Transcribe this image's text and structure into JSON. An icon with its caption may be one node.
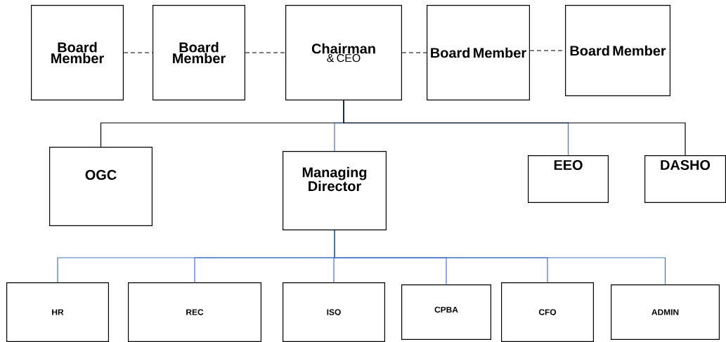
{
  "diagram": {
    "nodes": [
      {
        "text": [
          "Board Member"
        ]
      },
      {
        "text": [
          "Board Member"
        ]
      },
      {
        "text": [
          "Chairman",
          "& CEO"
        ]
      },
      {
        "text": [
          "Board Member"
        ]
      },
      {
        "text": [
          "Board Member"
        ]
      },
      {
        "text": [
          "OGC"
        ]
      },
      {
        "text": [
          "Managing Director"
        ]
      },
      {
        "text": [
          "EEO"
        ]
      },
      {
        "text": [
          "DASHO"
        ]
      },
      {
        "text": [
          "HR"
        ]
      },
      {
        "text": [
          "REC"
        ]
      },
      {
        "text": [
          "ISO"
        ]
      },
      {
        "text": [
          "CPBA"
        ]
      },
      {
        "text": [
          "CFO"
        ]
      },
      {
        "text": [
          "ADMIN"
        ]
      }
    ],
    "edges": [
      {
        "from": 0,
        "to": 1,
        "arrow": "none",
        "style": "dashed",
        "color": "#000000"
      },
      {
        "from": 1,
        "to": 2,
        "arrow": "none",
        "style": "dashed",
        "color": "#000000"
      },
      {
        "from": 2,
        "to": 3,
        "arrow": "none",
        "style": "dashed",
        "color": "#000000"
      },
      {
        "from": 3,
        "to": 4,
        "arrow": "none",
        "style": "dashed",
        "color": "#000000"
      },
      {
        "from": 2,
        "to": 5,
        "arrow": "none",
        "color": "#000000"
      },
      {
        "from": 2,
        "to": 6,
        "arrow": "none"
      },
      {
        "from": 2,
        "to": 7,
        "arrow": "none"
      },
      {
        "from": 2,
        "to": 8,
        "arrow": "none",
        "color": "#000000"
      },
      {
        "from": 6,
        "to": 9,
        "arrow": "none"
      },
      {
        "from": 6,
        "to": 10,
        "arrow": "none"
      },
      {
        "from": 6,
        "to": 11,
        "arrow": "none"
      },
      {
        "from": 6,
        "to": 12,
        "arrow": "none"
      },
      {
        "from": 6,
        "to": 13,
        "arrow": "none"
      },
      {
        "from": 6,
        "to": 14,
        "arrow": "none"
      }
    ]
  }
}
